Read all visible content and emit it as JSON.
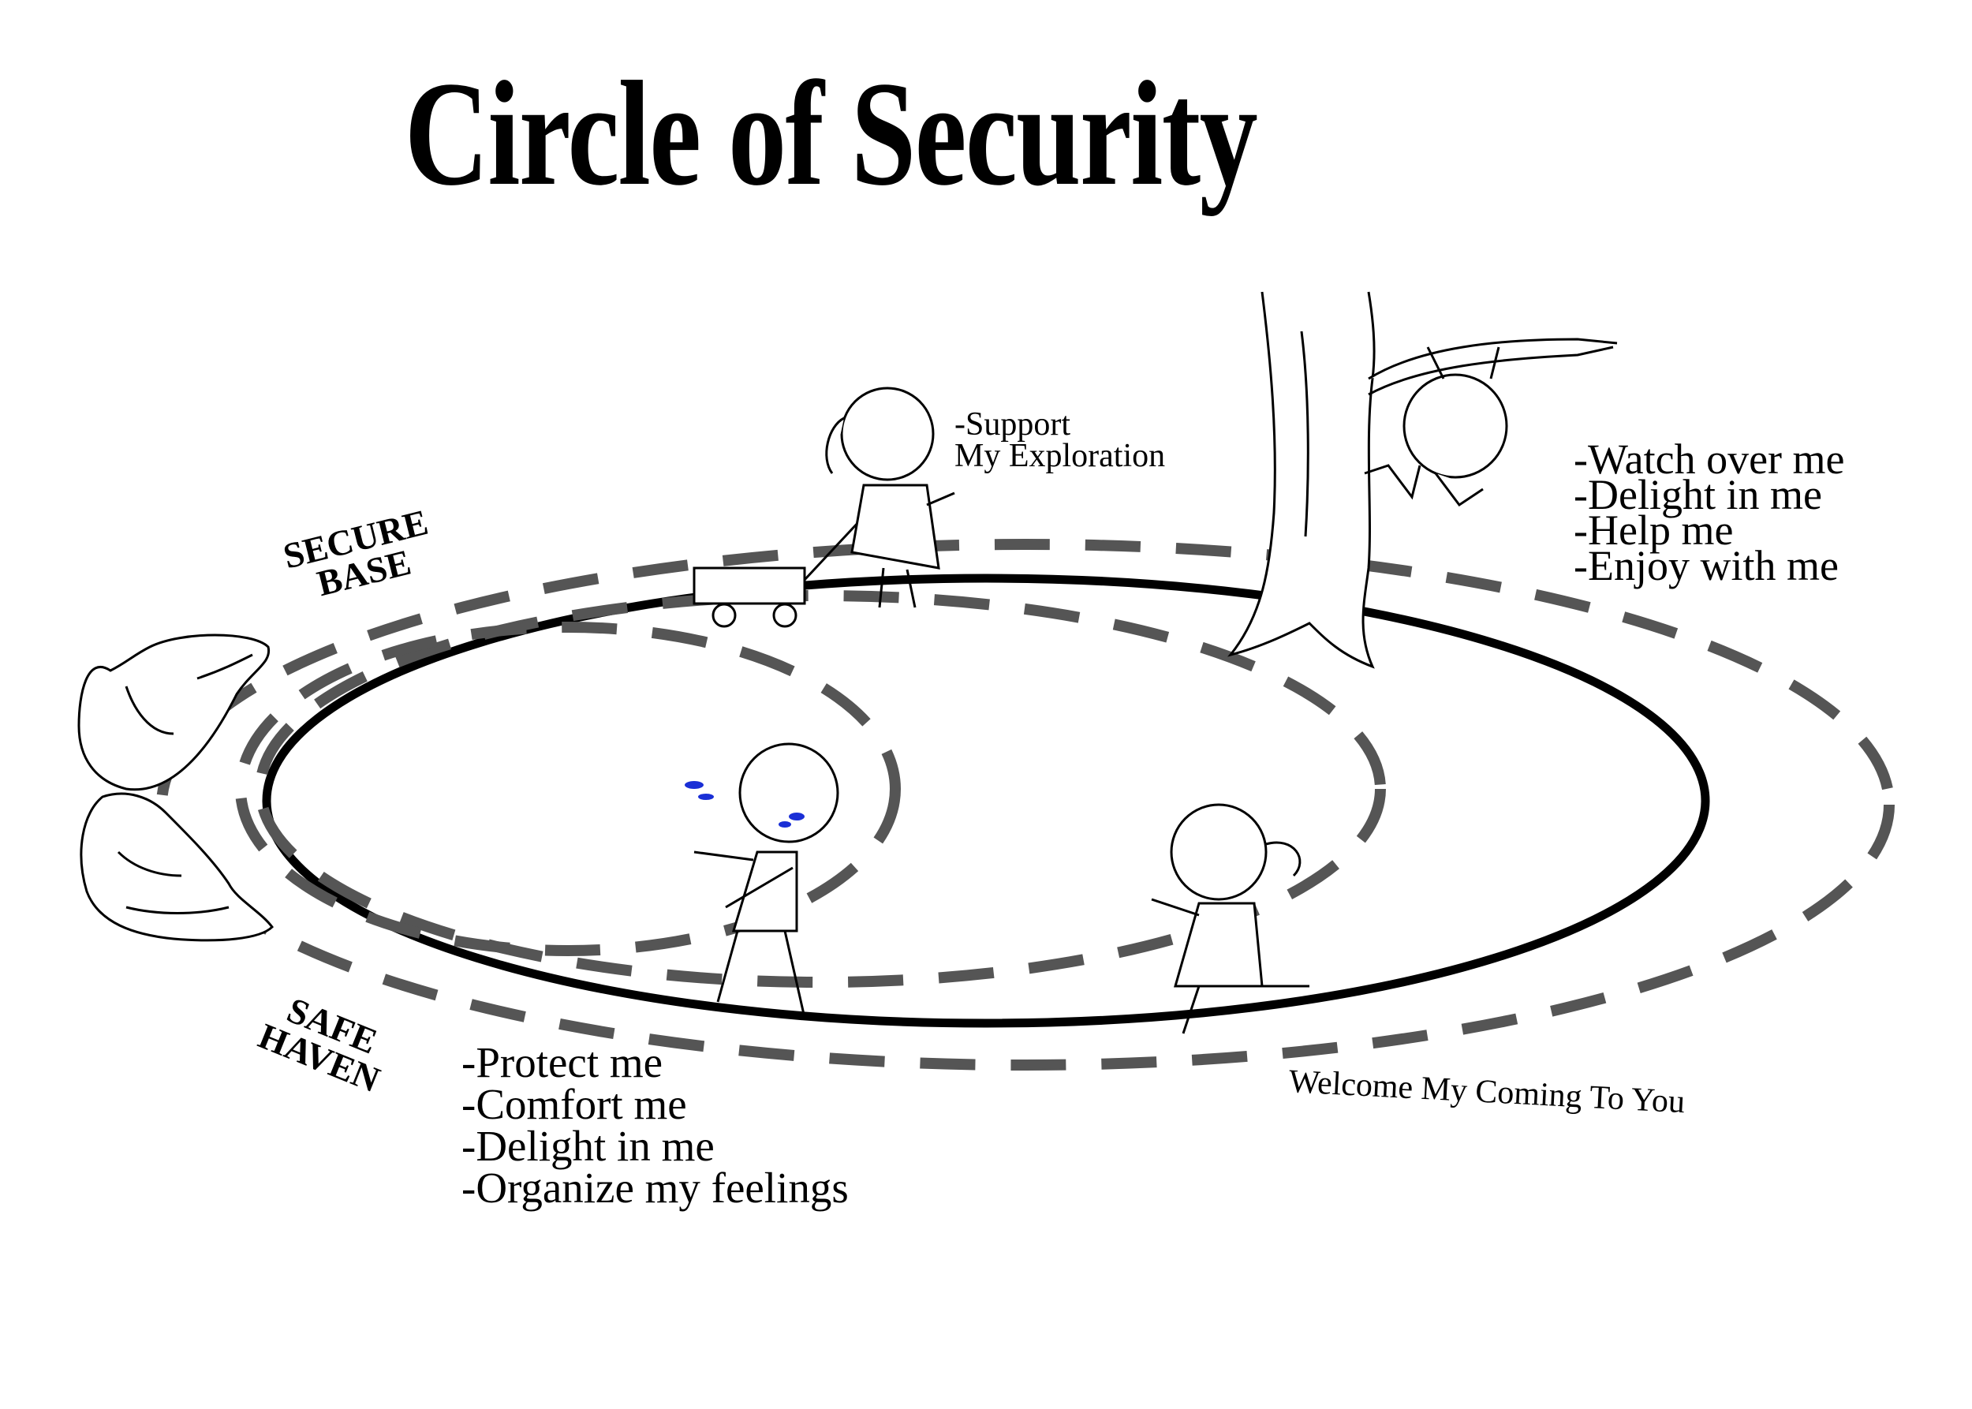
{
  "title": "Circle of Security",
  "secure_base": [
    "SECURE",
    "BASE"
  ],
  "safe_haven": [
    "SAFE",
    "HAVEN"
  ],
  "top_caption": [
    "-Support",
    "My Exploration"
  ],
  "right_list": [
    "-Watch over me",
    "-Delight in me",
    "-Help me",
    "-Enjoy with me"
  ],
  "bottom_list": [
    "-Protect me",
    "-Comfort me",
    "-Delight in me",
    "-Organize my feelings"
  ],
  "welcome_caption": "Welcome My Coming To You",
  "colors": {
    "circle": "#000000",
    "dashed": "#555555",
    "tears": "#1a2fd6",
    "ink": "#000000"
  },
  "icons": [
    "hands-icon",
    "tree-icon",
    "wagon-icon",
    "child-pulling-wagon",
    "child-climbing-tree",
    "crying-child",
    "running-child"
  ]
}
